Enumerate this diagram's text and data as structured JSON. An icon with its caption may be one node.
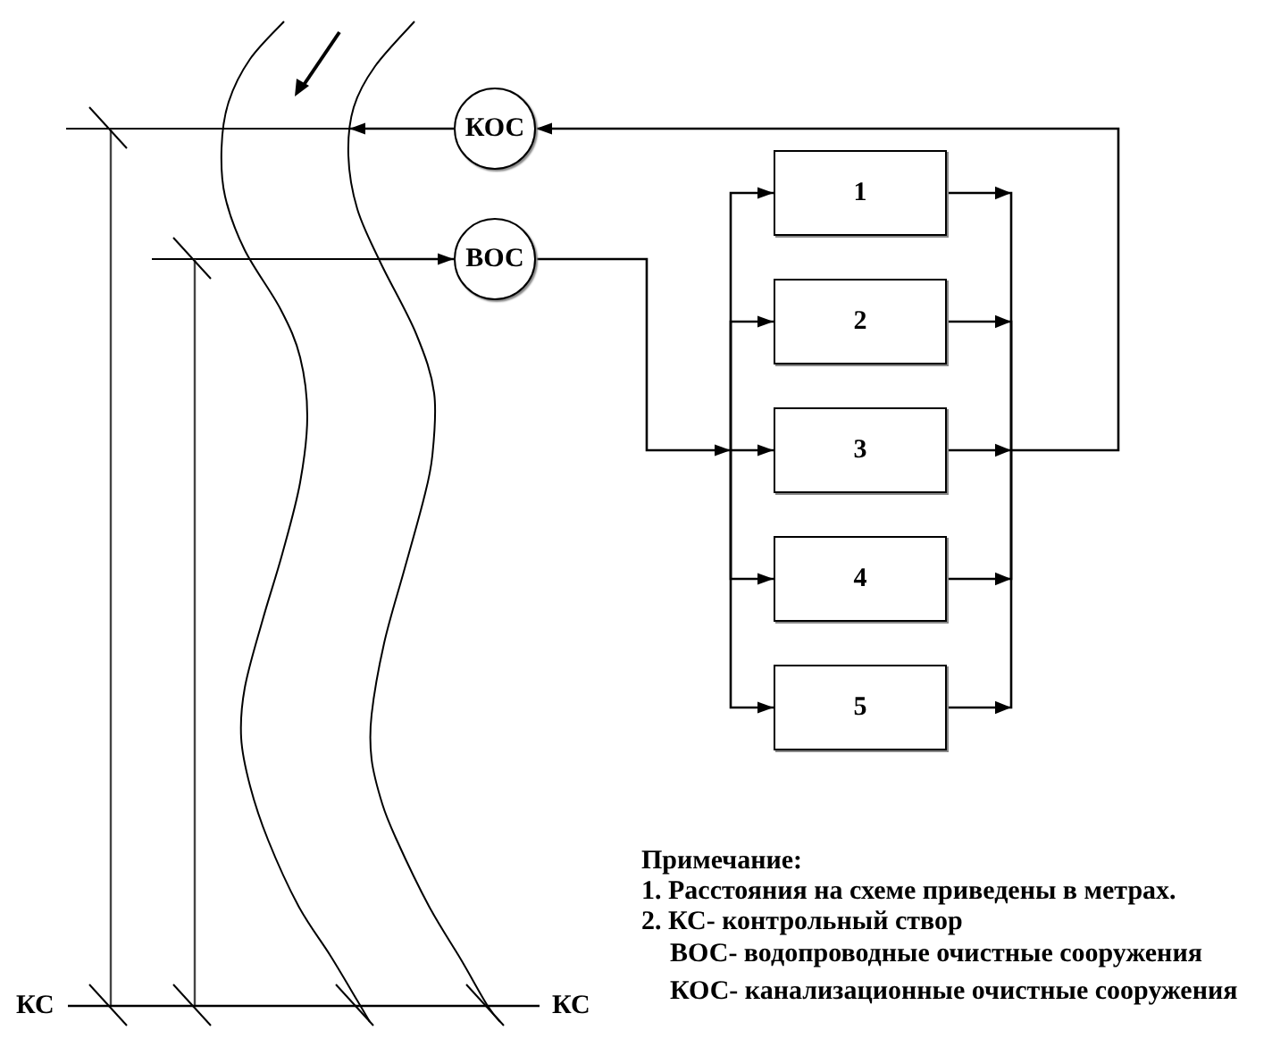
{
  "diagram": {
    "nodes": [
      {
        "text": [],
        "shape": "picture"
      },
      {
        "text": [
          "КОС"
        ]
      },
      {
        "text": [
          "ВОС"
        ]
      },
      {
        "text": [
          "1"
        ]
      },
      {
        "text": [
          "2"
        ]
      },
      {
        "text": [
          "3"
        ]
      },
      {
        "text": [
          "4"
        ]
      },
      {
        "text": [
          "5"
        ]
      }
    ],
    "edges": [
      {
        "from": 1,
        "to": 0,
        "arrow": "to"
      },
      {
        "from": 0,
        "to": 2,
        "arrow": "to"
      },
      {
        "from": 2,
        "to": 3,
        "arrow": "to"
      },
      {
        "from": 2,
        "to": 4,
        "arrow": "to"
      },
      {
        "from": 2,
        "to": 5,
        "arrow": "to"
      },
      {
        "from": 2,
        "to": 6,
        "arrow": "to"
      },
      {
        "from": 2,
        "to": 7,
        "arrow": "to"
      },
      {
        "from": 3,
        "to": 1,
        "arrow": "to"
      },
      {
        "from": 4,
        "to": 1,
        "arrow": "to"
      },
      {
        "from": 5,
        "to": 1,
        "arrow": "to"
      },
      {
        "from": 6,
        "to": 1,
        "arrow": "to"
      },
      {
        "from": 7,
        "to": 1,
        "arrow": "to"
      }
    ],
    "labels": [
      "Примечание:",
      "1. Расстояния на схеме приведены в метрах.",
      "2. КС- контрольный створ",
      "ВОС- водопроводные очистные сооружения",
      "КОС- канализационные очистные сооружения",
      "КС",
      "КС"
    ]
  }
}
